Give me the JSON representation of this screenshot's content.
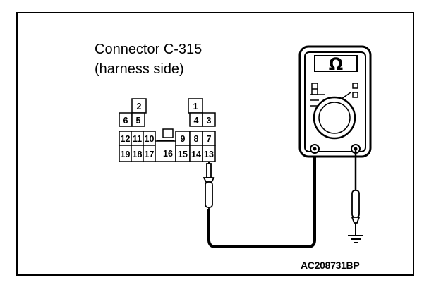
{
  "labels": {
    "connector_line1": "Connector C-315",
    "connector_line2": "(harness side)",
    "figure_code": "AC208731BP"
  },
  "meter": {
    "display_symbol": "Ω"
  },
  "connector_pins": {
    "p1": "1",
    "p2": "2",
    "p3": "3",
    "p4": "4",
    "p5": "5",
    "p6": "6",
    "p7": "7",
    "p8": "8",
    "p9": "9",
    "p10": "10",
    "p11": "11",
    "p12": "12",
    "p13": "13",
    "p14": "14",
    "p15": "15",
    "p16": "16",
    "p17": "17",
    "p18": "18",
    "p19": "19"
  },
  "icons": [
    "multimeter-icon",
    "ground-symbol-icon",
    "test-probe-icon"
  ]
}
